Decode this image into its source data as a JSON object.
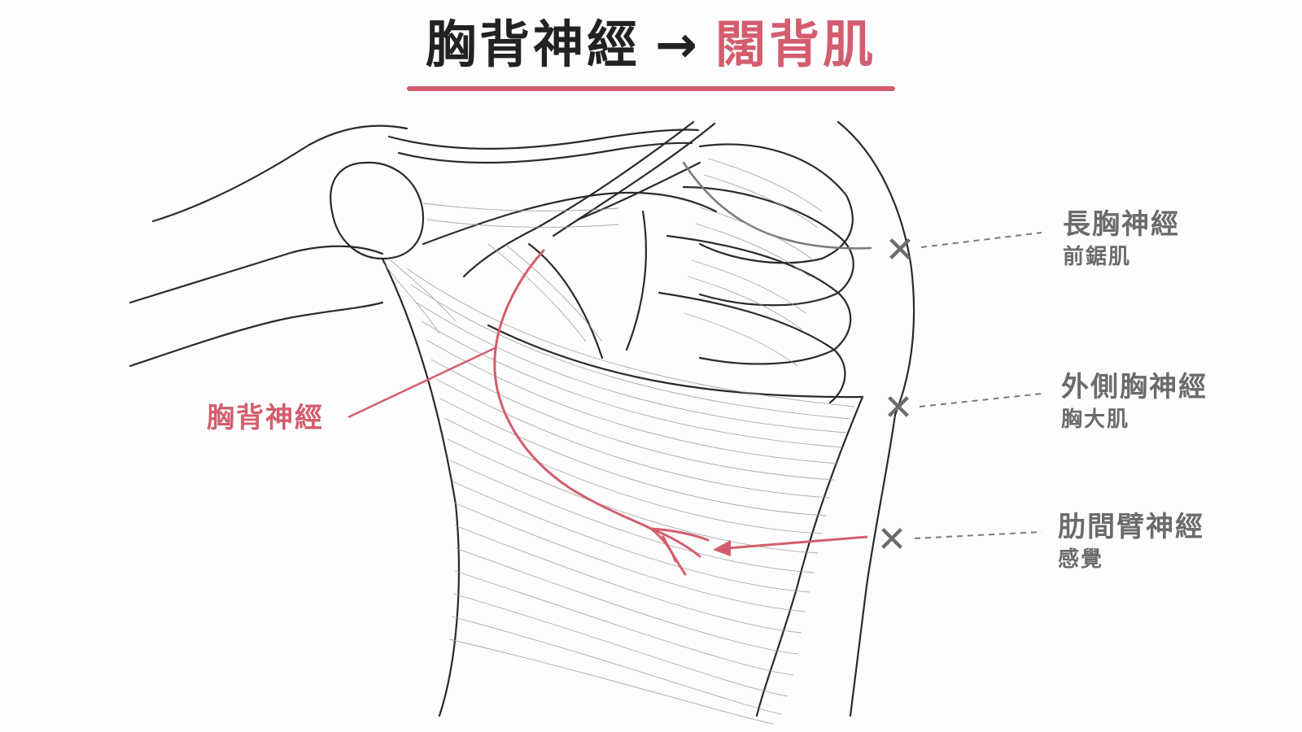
{
  "title": {
    "nerve": "胸背神經",
    "arrow": "→",
    "muscle": "闊背肌"
  },
  "labels": {
    "thoracodorsal_nerve": "胸背神經",
    "long_thoracic": {
      "name": "長胸神經",
      "target": "前鋸肌"
    },
    "lateral_pectoral": {
      "name": "外側胸神經",
      "target": "胸大肌"
    },
    "intercostobrachial": {
      "name": "肋間臂神經",
      "target": "感覺"
    }
  },
  "marks": {
    "cross": "✕"
  },
  "colors": {
    "accent": "#d35d6e",
    "text_gray": "#6b6b6b",
    "line_art": "#2a2a2a",
    "fiber": "#9a9a9a"
  }
}
